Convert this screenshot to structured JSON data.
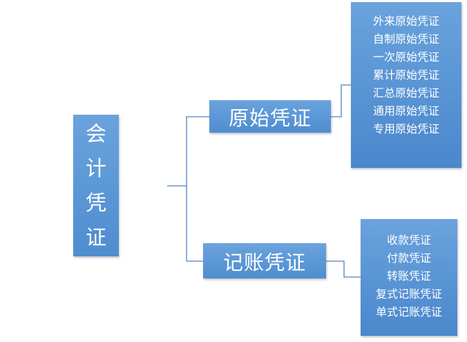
{
  "root": {
    "chars": [
      "会",
      "计",
      "凭",
      "证"
    ]
  },
  "branches": [
    {
      "label": "原始凭证",
      "items": [
        "外来原始凭证",
        "自制原始凭证",
        "一次原始凭证",
        "累计原始凭证",
        "汇总原始凭证",
        "通用原始凭证",
        "专用原始凭证"
      ]
    },
    {
      "label": "记账凭证",
      "items": [
        "收款凭证",
        "付款凭证",
        "转账凭证",
        "复式记账凭证",
        "单式记账凭证"
      ]
    }
  ],
  "colors": {
    "node_fill": "#5b95d6",
    "connector": "#4f81bd",
    "text": "#ffffff"
  }
}
